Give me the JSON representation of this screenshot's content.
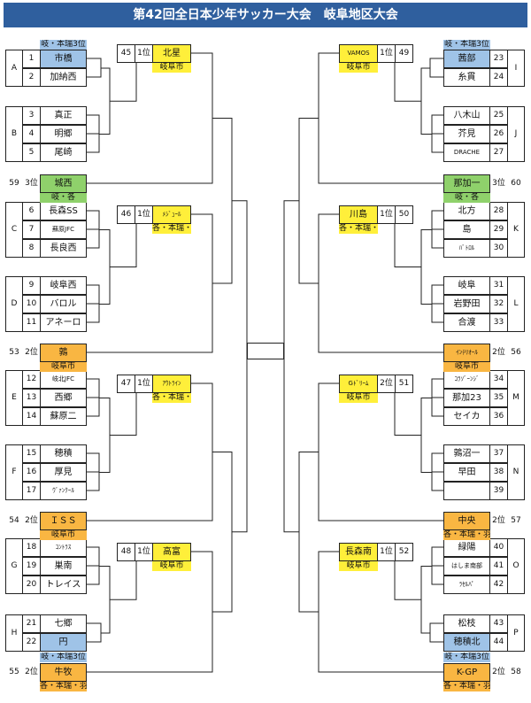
{
  "title": "第42回全日本少年サッカー大会　岐阜地区大会",
  "colors": {
    "header": "#2f5f9e",
    "blue": "#9fc3e7",
    "green": "#8fd16b",
    "orange": "#f9b642",
    "yellow": "#ffef3a"
  },
  "left_groups": [
    {
      "letter": "A",
      "teams": [
        {
          "num": "1",
          "name": "市橋",
          "hl": "blue"
        },
        {
          "num": "2",
          "name": "加納西"
        }
      ]
    },
    {
      "letter": "B",
      "teams": [
        {
          "num": "3",
          "name": "真正"
        },
        {
          "num": "4",
          "name": "明郷"
        },
        {
          "num": "5",
          "name": "尾崎"
        }
      ]
    },
    {
      "letter": "C",
      "teams": [
        {
          "num": "6",
          "name": "長森SS"
        },
        {
          "num": "7",
          "name": "蘇原JFC"
        },
        {
          "num": "8",
          "name": "長良西"
        }
      ]
    },
    {
      "letter": "D",
      "teams": [
        {
          "num": "9",
          "name": "岐阜西"
        },
        {
          "num": "10",
          "name": "バロル"
        },
        {
          "num": "11",
          "name": "アネーロ"
        }
      ]
    },
    {
      "letter": "E",
      "teams": [
        {
          "num": "12",
          "name": "岐北JFC"
        },
        {
          "num": "13",
          "name": "西郷"
        },
        {
          "num": "14",
          "name": "蘇原二"
        }
      ]
    },
    {
      "letter": "F",
      "teams": [
        {
          "num": "15",
          "name": "穂積"
        },
        {
          "num": "16",
          "name": "厚見"
        },
        {
          "num": "17",
          "name": "ｳﾞｧﾝｸｰﾙ"
        }
      ]
    },
    {
      "letter": "G",
      "teams": [
        {
          "num": "18",
          "name": "ｺﾝﾄﾗｽ"
        },
        {
          "num": "19",
          "name": "巣南"
        },
        {
          "num": "20",
          "name": "トレイス"
        }
      ]
    },
    {
      "letter": "H",
      "teams": [
        {
          "num": "21",
          "name": "七郷"
        },
        {
          "num": "22",
          "name": "円",
          "hl": "blue"
        }
      ]
    }
  ],
  "right_groups": [
    {
      "letter": "I",
      "teams": [
        {
          "num": "23",
          "name": "茜部",
          "hl": "blue"
        },
        {
          "num": "24",
          "name": "糸貫"
        }
      ]
    },
    {
      "letter": "J",
      "teams": [
        {
          "num": "25",
          "name": "八木山"
        },
        {
          "num": "26",
          "name": "芥見"
        },
        {
          "num": "27",
          "name": "DRACHE"
        }
      ]
    },
    {
      "letter": "K",
      "teams": [
        {
          "num": "28",
          "name": "北方"
        },
        {
          "num": "29",
          "name": "島"
        },
        {
          "num": "30",
          "name": "ﾊﾞﾄﾛﾙ"
        }
      ]
    },
    {
      "letter": "L",
      "teams": [
        {
          "num": "31",
          "name": "岐阜"
        },
        {
          "num": "32",
          "name": "岩野田"
        },
        {
          "num": "33",
          "name": "合渡"
        }
      ]
    },
    {
      "letter": "M",
      "teams": [
        {
          "num": "34",
          "name": "ｺﾗｿﾞｰﾝｼﾞ"
        },
        {
          "num": "35",
          "name": "那加23"
        },
        {
          "num": "36",
          "name": "セイカ"
        }
      ]
    },
    {
      "letter": "N",
      "teams": [
        {
          "num": "37",
          "name": "鶉沼一"
        },
        {
          "num": "38",
          "name": "早田"
        },
        {
          "num": "39",
          "name": ""
        }
      ]
    },
    {
      "letter": "O",
      "teams": [
        {
          "num": "40",
          "name": "緑陽"
        },
        {
          "num": "41",
          "name": "はしま南部"
        },
        {
          "num": "42",
          "name": "ﾗｾﾙﾊﾟ"
        }
      ]
    },
    {
      "letter": "P",
      "teams": [
        {
          "num": "43",
          "name": "松枝"
        },
        {
          "num": "44",
          "name": "穂積北",
          "hl": "blue"
        }
      ]
    }
  ],
  "left_seeds": [
    {
      "num": "59",
      "rank": "3位",
      "name": "城西",
      "tag": "岐・各",
      "color": "green"
    },
    {
      "num": "53",
      "rank": "2位",
      "name": "鶉",
      "tag": "岐阜市",
      "color": "orange"
    },
    {
      "num": "54",
      "rank": "2位",
      "name": "ＩＳＳ",
      "tag": "岐阜市",
      "color": "orange"
    },
    {
      "num": "55",
      "rank": "2位",
      "name": "牛牧",
      "tag": "各・本瑞・羽",
      "color": "orange"
    }
  ],
  "right_seeds": [
    {
      "num": "60",
      "rank": "3位",
      "name": "那加一",
      "tag": "岐・各",
      "color": "green"
    },
    {
      "num": "56",
      "rank": "2位",
      "name": "ｲﾝﾃﾘｵｰﾙ",
      "tag": "岐阜市",
      "color": "orange"
    },
    {
      "num": "57",
      "rank": "2位",
      "name": "中央",
      "tag": "各・本瑞・羽",
      "color": "orange"
    },
    {
      "num": "58",
      "rank": "2位",
      "name": "K-GP",
      "tag": "各・本瑞・羽",
      "color": "orange"
    }
  ],
  "left_firsts": [
    {
      "num": "45",
      "rank": "1位",
      "name": "北星",
      "tag": "岐阜市"
    },
    {
      "num": "46",
      "rank": "1位",
      "name": "ﾒｼﾞｭｰﾙ",
      "tag": "各・本瑞・羽"
    },
    {
      "num": "47",
      "rank": "1位",
      "name": "ｱｳﾄﾗｲﾝ",
      "tag": "各・本瑞・羽"
    },
    {
      "num": "48",
      "rank": "1位",
      "name": "高富",
      "tag": "岐阜市"
    }
  ],
  "right_firsts": [
    {
      "num": "49",
      "rank": "1位",
      "name": "VAMOS",
      "tag": "岐阜市"
    },
    {
      "num": "50",
      "rank": "1位",
      "name": "川島",
      "tag": "各・本瑞・羽"
    },
    {
      "num": "51",
      "rank": "2位",
      "name": "Gﾄﾞﾘｰﾑ",
      "tag": "岐阜市"
    },
    {
      "num": "52",
      "rank": "1位",
      "name": "長森南",
      "tag": "岐阜市"
    }
  ],
  "top_tags": {
    "left": "岐・本瑞3位",
    "right": "岐・本瑞3位"
  },
  "bottom_tags": {
    "left": "岐・本瑞3位",
    "right": "岐・本瑞3位"
  }
}
